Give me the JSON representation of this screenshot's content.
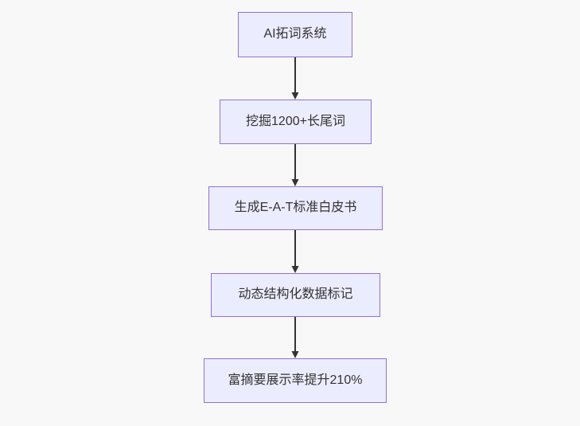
{
  "page": {
    "background_color": "#f8f8f8"
  },
  "diagram": {
    "type": "flowchart",
    "direction": "top-down",
    "colors": {
      "node_fill": "#ECECFF",
      "node_border": "#9370DB",
      "arrow": "#333333",
      "text": "#333333"
    },
    "nodes": [
      {
        "id": "A",
        "label": "AI拓词系统"
      },
      {
        "id": "B",
        "label": "挖掘1200+长尾词"
      },
      {
        "id": "C",
        "label": "生成E-A-T标准白皮书"
      },
      {
        "id": "D",
        "label": "动态结构化数据标记"
      },
      {
        "id": "E",
        "label": "富摘要展示率提升210%"
      }
    ],
    "edges": [
      {
        "from": "A",
        "to": "B"
      },
      {
        "from": "B",
        "to": "C"
      },
      {
        "from": "C",
        "to": "D"
      },
      {
        "from": "D",
        "to": "E"
      }
    ]
  }
}
